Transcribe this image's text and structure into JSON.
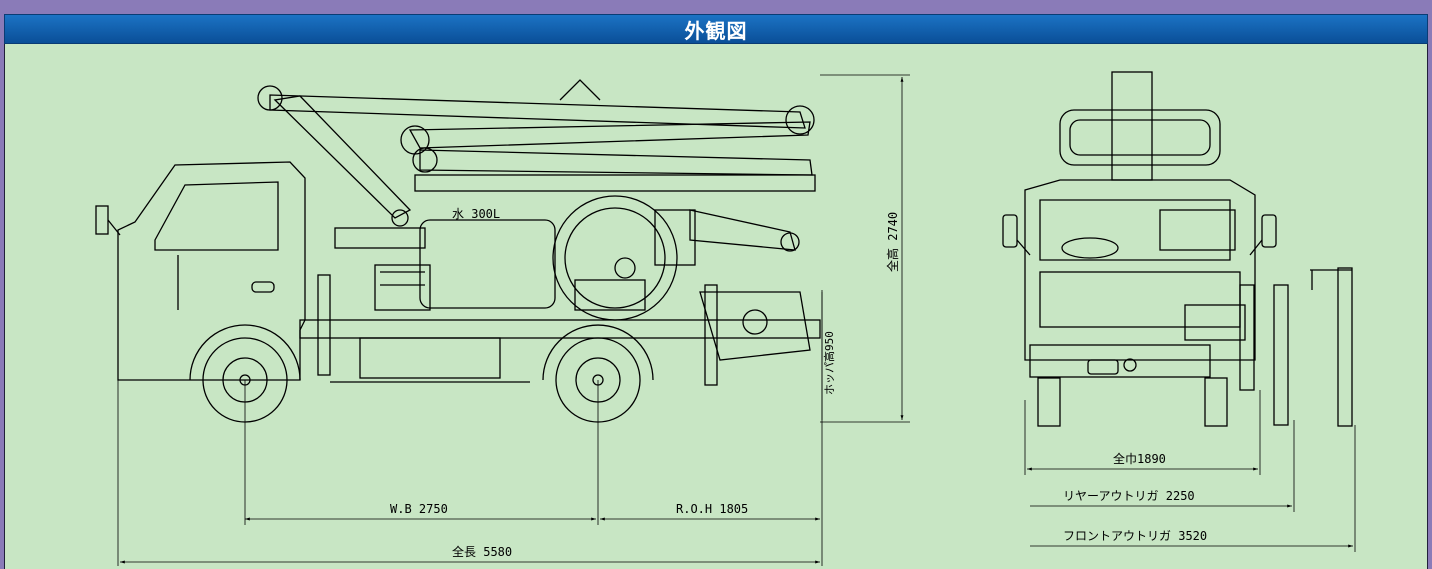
{
  "header": {
    "title": "外観図"
  },
  "labels": {
    "water": "水 300L",
    "height_total": "全高 2740",
    "hopper_height": "ホッパ高950",
    "wheelbase": "W.B 2750",
    "rear_overhang": "R.O.H 1805",
    "length_total": "全長 5580",
    "width_total": "全巾1890",
    "rear_outrigger": "リヤーアウトリガ 2250",
    "front_outrigger": "フロントアウトリガ 3520"
  },
  "colors": {
    "background": "#c8e6c4",
    "header": "#0a5fb0",
    "border": "#8a7bb8",
    "line": "#000000"
  }
}
